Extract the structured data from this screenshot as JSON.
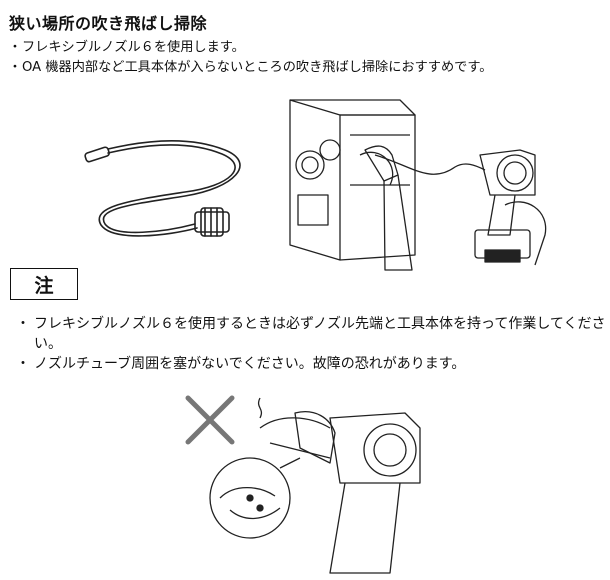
{
  "section_title": "狭い場所の吹き飛ばし掃除",
  "bullets": [
    "フレキシブルノズル６を使用します。",
    "OA 機器内部など工具本体が入らないところの吹き飛ばし掃除におすすめです。"
  ],
  "note": {
    "label": "注",
    "items": [
      "フレキシブルノズル６を使用するときは必ずノズル先端と工具本体を持って作業してください。",
      "ノズルチューブ周囲を塞がないでください。故障の恐れがあります。"
    ]
  },
  "bullet_mark": "・"
}
